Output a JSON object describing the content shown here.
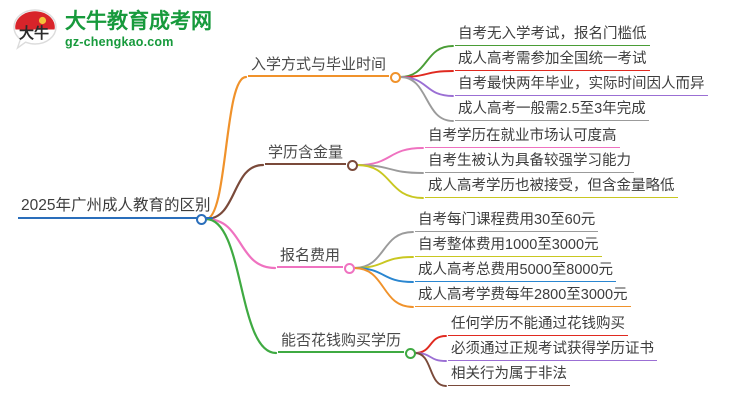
{
  "brand": {
    "badge_text": "大牛",
    "name": "大牛教育成考网",
    "url": "gz-chengkao.com",
    "brand_color": "#179a3c",
    "badge_color": "#d8242a"
  },
  "mindmap": {
    "root": {
      "label": "2025年广州成人教育的区别",
      "color": "#2a6ebb"
    },
    "branches": [
      {
        "label": "入学方式与毕业时间",
        "color": "#f0922b",
        "leaves": [
          {
            "label": "自考无入学考试，报名门槛低",
            "color": "#4a9d36"
          },
          {
            "label": "成人高考需参加全国统一考试",
            "color": "#e02a20"
          },
          {
            "label": "自考最快两年毕业，实际时间因人而异",
            "color": "#9b6fd4"
          },
          {
            "label": "成人高考一般需2.5至3年完成",
            "color": "#9b9b9b"
          }
        ]
      },
      {
        "label": "学历含金量",
        "color": "#7a4a3a",
        "leaves": [
          {
            "label": "自考学历在就业市场认可度高",
            "color": "#ef72c0"
          },
          {
            "label": "自考生被认为具备较强学习能力",
            "color": "#9b9b9b"
          },
          {
            "label": "成人高考学历也被接受，但含金量略低",
            "color": "#c9c721"
          }
        ]
      },
      {
        "label": "报名费用",
        "color": "#ef72c0",
        "leaves": [
          {
            "label": "自考每门课程费用30至60元",
            "color": "#9b9b9b"
          },
          {
            "label": "自考整体费用1000至3000元",
            "color": "#c9c721"
          },
          {
            "label": "成人高考总费用5000至8000元",
            "color": "#2a86d0"
          },
          {
            "label": "成人高考学费每年2800至3000元",
            "color": "#f0922b"
          }
        ]
      },
      {
        "label": "能否花钱购买学历",
        "color": "#3faa42",
        "leaves": [
          {
            "label": "任何学历不能通过花钱购买",
            "color": "#e02a20"
          },
          {
            "label": "必须通过正规考试获得学历证书",
            "color": "#9b6fd4"
          },
          {
            "label": "相关行为属于非法",
            "color": "#7a4a3a"
          }
        ]
      }
    ]
  }
}
